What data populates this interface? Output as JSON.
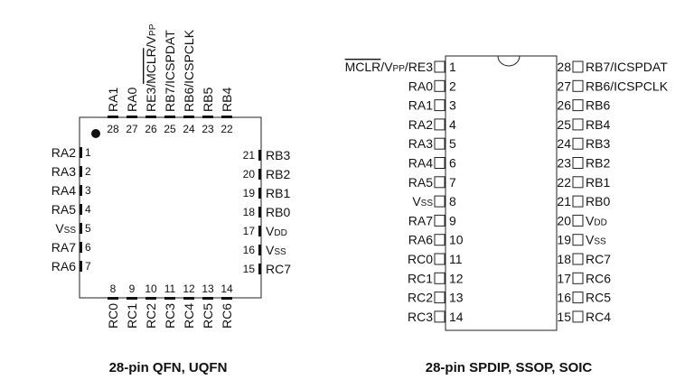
{
  "qfn": {
    "caption": "28-pin QFN, UQFN",
    "top_pins": [
      {
        "num": "28",
        "label": "RA1"
      },
      {
        "num": "27",
        "label": "RA0"
      },
      {
        "num": "26",
        "label": "RE3/MCLR/VPP"
      },
      {
        "num": "25",
        "label": "RB7/ICSPDAT"
      },
      {
        "num": "24",
        "label": "RB6/ICSPCLK"
      },
      {
        "num": "23",
        "label": "RB5"
      },
      {
        "num": "22",
        "label": "RB4"
      }
    ],
    "left_pins": [
      {
        "num": "1",
        "label": "RA2"
      },
      {
        "num": "2",
        "label": "RA3"
      },
      {
        "num": "3",
        "label": "RA4"
      },
      {
        "num": "4",
        "label": "RA5"
      },
      {
        "num": "5",
        "label": "VSS"
      },
      {
        "num": "6",
        "label": "RA7"
      },
      {
        "num": "7",
        "label": "RA6"
      }
    ],
    "right_pins": [
      {
        "num": "21",
        "label": "RB3"
      },
      {
        "num": "20",
        "label": "RB2"
      },
      {
        "num": "19",
        "label": "RB1"
      },
      {
        "num": "18",
        "label": "RB0"
      },
      {
        "num": "17",
        "label": "VDD"
      },
      {
        "num": "16",
        "label": "VSS"
      },
      {
        "num": "15",
        "label": "RC7"
      }
    ],
    "bottom_pins": [
      {
        "num": "8",
        "label": "RC0"
      },
      {
        "num": "9",
        "label": "RC1"
      },
      {
        "num": "10",
        "label": "RC2"
      },
      {
        "num": "11",
        "label": "RC3"
      },
      {
        "num": "12",
        "label": "RC4"
      },
      {
        "num": "13",
        "label": "RC5"
      },
      {
        "num": "14",
        "label": "RC6"
      }
    ]
  },
  "dip": {
    "caption": "28-pin SPDIP, SSOP, SOIC",
    "left_pins": [
      {
        "num": "1",
        "label": "MCLR/VPP/RE3"
      },
      {
        "num": "2",
        "label": "RA0"
      },
      {
        "num": "3",
        "label": "RA1"
      },
      {
        "num": "4",
        "label": "RA2"
      },
      {
        "num": "5",
        "label": "RA3"
      },
      {
        "num": "6",
        "label": "RA4"
      },
      {
        "num": "7",
        "label": "RA5"
      },
      {
        "num": "8",
        "label": "VSS"
      },
      {
        "num": "9",
        "label": "RA7"
      },
      {
        "num": "10",
        "label": "RA6"
      },
      {
        "num": "11",
        "label": "RC0"
      },
      {
        "num": "12",
        "label": "RC1"
      },
      {
        "num": "13",
        "label": "RC2"
      },
      {
        "num": "14",
        "label": "RC3"
      }
    ],
    "right_pins": [
      {
        "num": "28",
        "label": "RB7/ICSPDAT"
      },
      {
        "num": "27",
        "label": "RB6/ICSPCLK"
      },
      {
        "num": "26",
        "label": "RB6"
      },
      {
        "num": "25",
        "label": "RB4"
      },
      {
        "num": "24",
        "label": "RB3"
      },
      {
        "num": "23",
        "label": "RB2"
      },
      {
        "num": "22",
        "label": "RB1"
      },
      {
        "num": "21",
        "label": "RB0"
      },
      {
        "num": "20",
        "label": "VDD"
      },
      {
        "num": "19",
        "label": "VSS"
      },
      {
        "num": "18",
        "label": "RC7"
      },
      {
        "num": "17",
        "label": "RC6"
      },
      {
        "num": "16",
        "label": "RC5"
      },
      {
        "num": "15",
        "label": "RC4"
      }
    ]
  }
}
